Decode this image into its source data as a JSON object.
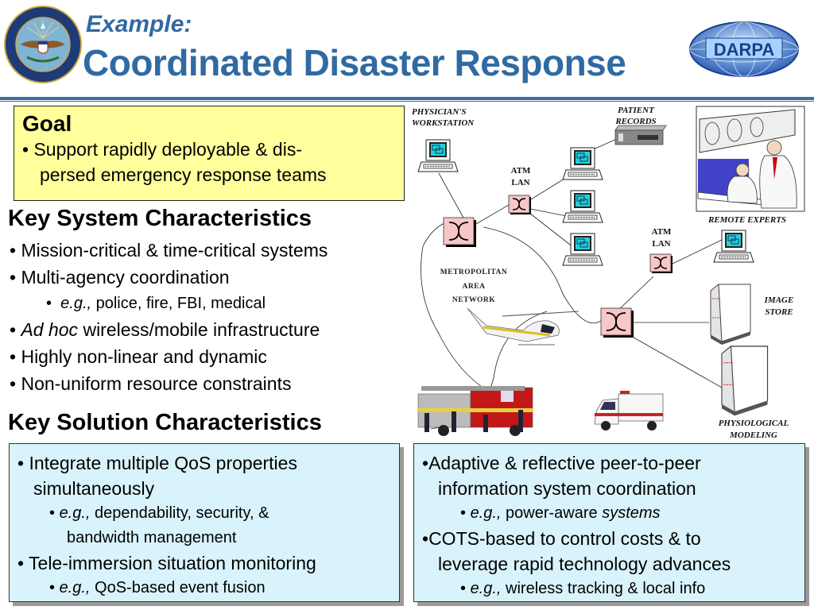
{
  "header": {
    "subtitle": "Example:",
    "title": "Coordinated Disaster Response",
    "left_logo": "department-of-defense-seal",
    "right_logo_text": "DARPA",
    "accent_color": "#2f6aa3"
  },
  "goal": {
    "title": "Goal",
    "bullet": "•",
    "line1": "Support rapidly deployable & dis-",
    "line2": "persed emergency response teams",
    "background": "#ffff9c"
  },
  "system": {
    "heading": "Key System Characteristics",
    "items": [
      {
        "bullet": "•",
        "text": "Mission-critical & time-critical systems"
      },
      {
        "bullet": "•",
        "text": "Multi-agency coordination"
      },
      {
        "bullet": "•",
        "emph": "e.g.,",
        "text": " police, fire, FBI, medical"
      },
      {
        "bullet": "•",
        "emph": "Ad hoc",
        "text": " wireless/mobile infrastructure"
      },
      {
        "bullet": "•",
        "text": "Highly non-linear and dynamic"
      },
      {
        "bullet": "•",
        "text": "Non-uniform resource constraints"
      }
    ]
  },
  "solution": {
    "heading": "Key Solution Characteristics",
    "left": {
      "b1_line1": "Integrate multiple QoS properties",
      "b1_line2": "simultaneously",
      "b1_sub_emph": "e.g.,",
      "b1_sub_line1": " dependability, security, &",
      "b1_sub_line2": "bandwidth management",
      "b2_line1": "Tele-immersion situation monitoring",
      "b2_sub_emph": "e.g.,",
      "b2_sub_text": " QoS-based event fusion"
    },
    "right": {
      "b1_line1": "Adaptive & reflective peer-to-peer",
      "b1_line2": "information system coordination",
      "b1_sub_emph": "e.g.,",
      "b1_sub_text": " power-aware ",
      "b1_sub_emph2": "systems",
      "b2_line1": "COTS-based to control costs & to",
      "b2_line2": "leverage rapid technology advances",
      "b2_sub_emph": "e.g.,",
      "b2_sub_text": " wireless tracking & local info"
    },
    "background": "#d9f3fc"
  },
  "diagram": {
    "labels": {
      "physician_1": "PHYSICIAN'S",
      "physician_2": "WORKSTATION",
      "patient_1": "PATIENT",
      "patient_2": "RECORDS",
      "atm1_1": "ATM",
      "atm1_2": "LAN",
      "atm2_1": "ATM",
      "atm2_2": "LAN",
      "remote": "REMOTE EXPERTS",
      "metro_1": "METROPOLITAN",
      "metro_2": "AREA",
      "metro_3": "NETWORK",
      "image_1": "IMAGE",
      "image_2": "STORE",
      "physio_1": "PHYSIOLOGICAL",
      "physio_2": "MODELING"
    },
    "switch_color": "#f7c6c6",
    "screen_color": "#22d0d8"
  }
}
